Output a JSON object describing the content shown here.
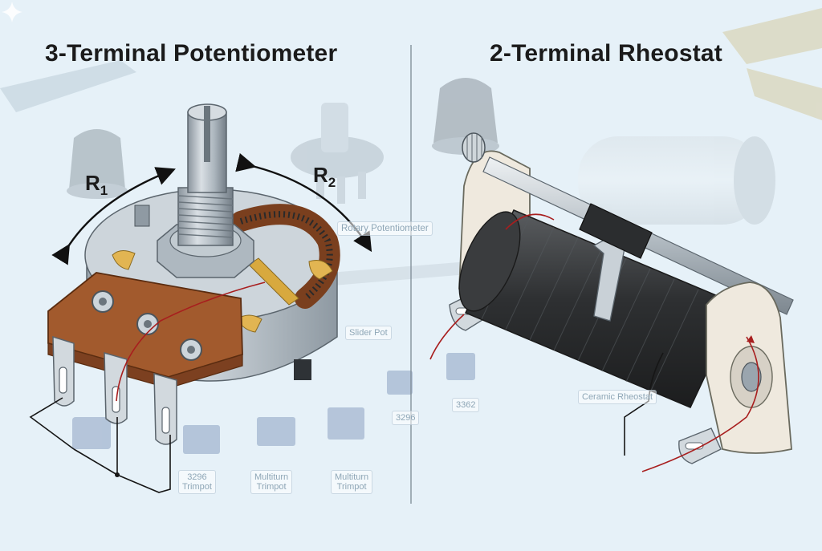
{
  "titles": {
    "left": "3-Terminal Potentiometer",
    "right": "2-Terminal Rheostat"
  },
  "labels": {
    "r1_main": "R",
    "r1_sub": "1",
    "r2_main": "R",
    "r2_sub": "2"
  },
  "background_labels": {
    "rotary": "Rotary Potentiometer",
    "slider": "Slider Pot",
    "trimpot_3296_small": "3296",
    "trimpot_3362": "3362",
    "ceramic": "Ceramic Rheostat",
    "tp1_line1": "3296",
    "tp1_line2": "Trimpot",
    "tp2_line1": "Multiturn",
    "tp2_line2": "Trimpot",
    "tp3_line1": "Multiturn",
    "tp3_line2": "Trimpot"
  },
  "icons": {
    "sparkle": "sparkle-icon"
  },
  "colors": {
    "background": "#e6f1f8",
    "phenolic_board": "#a25a2d",
    "metal_body": "#b9c3cc",
    "resistive_track": "#7a3f1e",
    "coil_winding": "#3a3c3e",
    "ceramic_body": "#efe9de",
    "wire_red": "#a81e1e",
    "wire_black": "#161616"
  }
}
